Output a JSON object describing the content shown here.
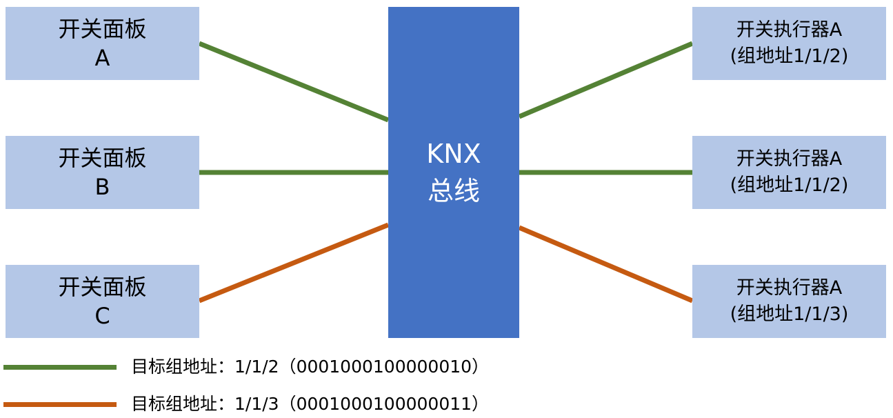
{
  "colors": {
    "box_fill": "#b4c7e7",
    "bus_fill": "#4472c4",
    "green_line": "#548235",
    "orange_line": "#c55a11"
  },
  "panels": [
    {
      "line1": "开关面板",
      "line2": "A"
    },
    {
      "line1": "开关面板",
      "line2": "B"
    },
    {
      "line1": "开关面板",
      "line2": "C"
    }
  ],
  "bus": {
    "line1": "KNX",
    "line2": "总线"
  },
  "actuators": [
    {
      "line1": "开关执行器A",
      "line2": "(组地址1/1/2)"
    },
    {
      "line1": "开关执行器A",
      "line2": "(组地址1/1/2)"
    },
    {
      "line1": "开关执行器A",
      "line2": "(组地址1/1/3)"
    }
  ],
  "legend": [
    {
      "label": "目标组地址：1/1/2（0001000100000010）"
    },
    {
      "label": "目标组地址：1/1/3（0001000100000011）"
    }
  ]
}
